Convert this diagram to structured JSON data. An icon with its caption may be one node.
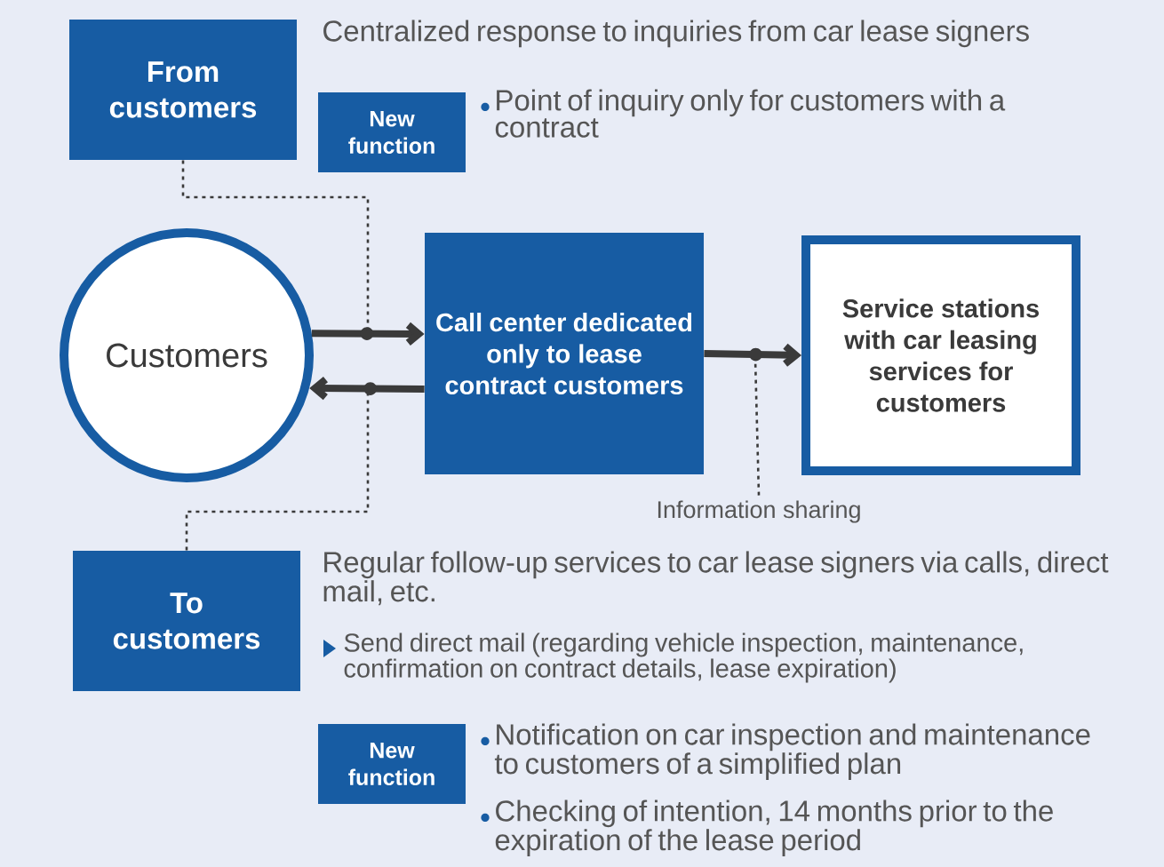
{
  "diagram": {
    "nodes": [
      {
        "text": [
          "From customers"
        ]
      },
      {
        "text": [
          "New function"
        ]
      },
      {
        "text": [
          "Customers"
        ]
      },
      {
        "text": [
          "Call center dedicated only to lease contract customers"
        ]
      },
      {
        "text": [
          "Service stations with car leasing services for customers"
        ]
      },
      {
        "text": [
          "To customers"
        ]
      },
      {
        "text": [
          "New function"
        ]
      },
      {
        "text": [
          "Information sharing"
        ]
      }
    ],
    "edges": [
      {
        "from": 2,
        "to": 3,
        "arrow": "to",
        "style": "thick"
      },
      {
        "from": 3,
        "to": 2,
        "arrow": "to",
        "style": "thick"
      },
      {
        "from": 3,
        "to": 4,
        "arrow": "to",
        "style": "thick"
      },
      {
        "from": 0,
        "to": null,
        "arrow": "none",
        "style": "dashed"
      },
      {
        "from": 5,
        "to": null,
        "arrow": "none",
        "style": "dashed"
      },
      {
        "from": 7,
        "to": null,
        "arrow": "none",
        "style": "dashed"
      }
    ],
    "labels": [
      "Centralized response to inquiries from car lease signers",
      "Point of inquiry only for customers with a contract",
      "Regular follow-up services to car lease signers via calls, direct mail, etc.",
      "Send direct mail (regarding vehicle inspection, maintenance, confirmation on contract details, lease expiration)",
      "Notification on car inspection and maintenance to customers of a simplified plan",
      "Checking of intention, 14 months prior to the expiration of the lease period"
    ]
  }
}
